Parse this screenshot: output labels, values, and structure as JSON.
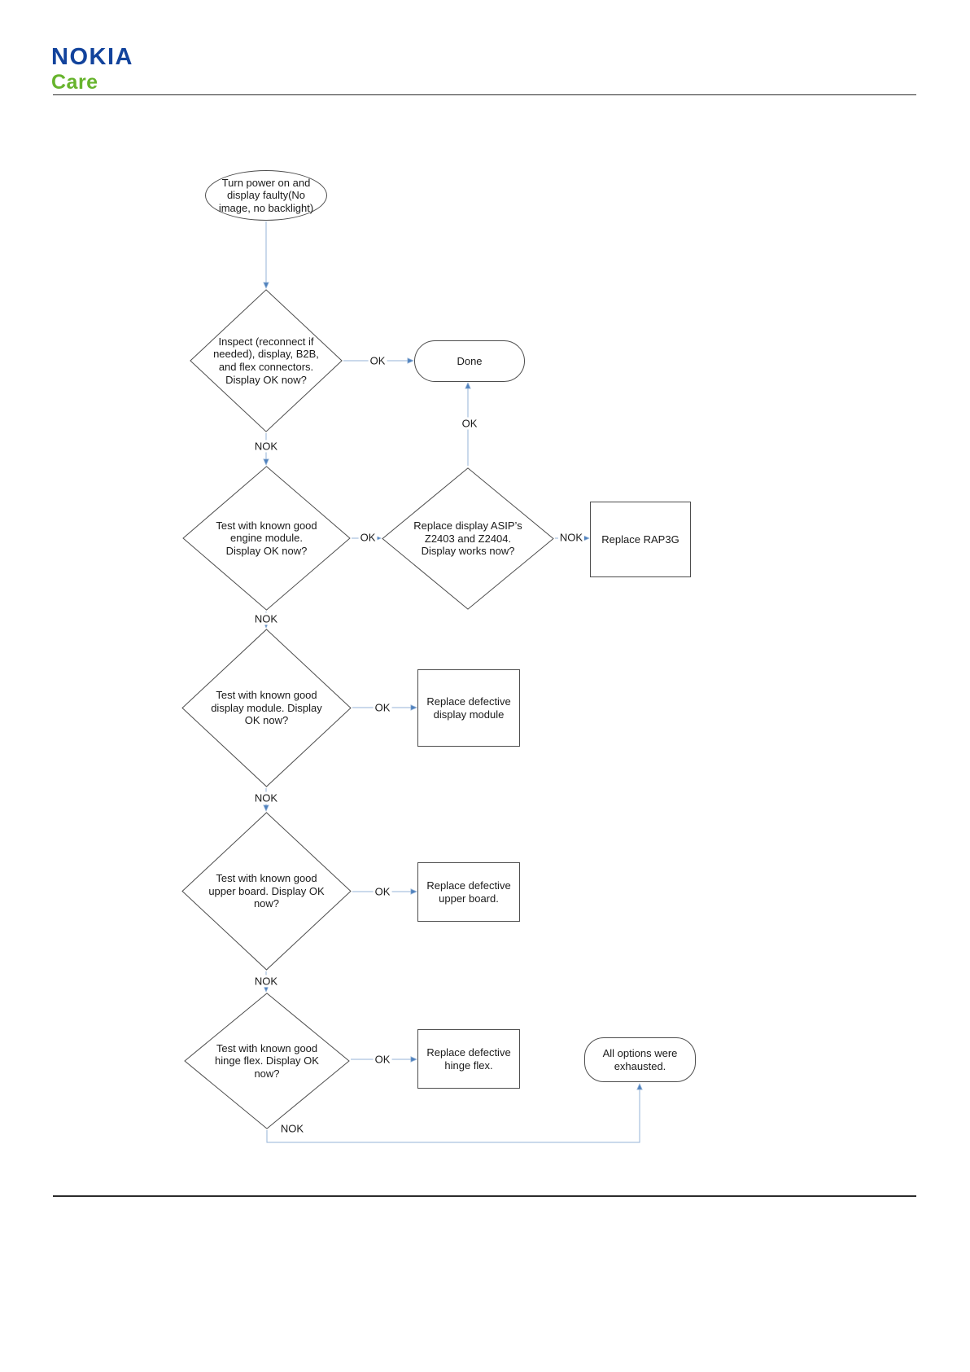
{
  "header": {
    "logo_primary": "NOKIA",
    "logo_secondary": "Care"
  },
  "colors": {
    "nokia_blue": "#12439C",
    "care_green": "#67B42D",
    "connector_line": "#95B3D7",
    "arrowhead": "#4F81BD",
    "node_border": "#4D4D4D",
    "node_fill": "#FFFFFF",
    "text": "#1A1A1A"
  },
  "flowchart": {
    "nodes": [
      {
        "id": "start",
        "type": "terminator",
        "text": "Turn power on and display faulty(No image, no backlight)"
      },
      {
        "id": "inspect-connectors",
        "type": "decision",
        "text": "Inspect (reconnect if needed), display, B2B, and flex connectors. Display OK now?"
      },
      {
        "id": "done",
        "type": "terminator",
        "text": "Done"
      },
      {
        "id": "test-engine-module",
        "type": "decision",
        "text": "Test with known good engine module. Display OK now?"
      },
      {
        "id": "replace-display-asips",
        "type": "decision",
        "text": "Replace display ASIP’s Z2403 and Z2404. Display works now?"
      },
      {
        "id": "replace-rap3g",
        "type": "process",
        "text": "Replace RAP3G"
      },
      {
        "id": "test-display-module",
        "type": "decision",
        "text": "Test with known good display module. Display OK now?"
      },
      {
        "id": "replace-display-module",
        "type": "process",
        "text": "Replace defective display module"
      },
      {
        "id": "test-upper-board",
        "type": "decision",
        "text": "Test with known good upper board. Display OK now?"
      },
      {
        "id": "replace-upper-board",
        "type": "process",
        "text": "Replace defective upper board."
      },
      {
        "id": "test-hinge-flex",
        "type": "decision",
        "text": "Test with known good hinge flex. Display OK now?"
      },
      {
        "id": "replace-hinge-flex",
        "type": "process",
        "text": "Replace defective hinge flex."
      },
      {
        "id": "all-options-exhausted",
        "type": "terminator",
        "text": "All options were exhausted."
      }
    ],
    "edge_labels": [
      {
        "text": "OK",
        "from": "inspect-connectors",
        "to": "done"
      },
      {
        "text": "NOK",
        "from": "inspect-connectors",
        "to": "test-engine-module"
      },
      {
        "text": "OK",
        "from": "test-engine-module",
        "to": "replace-display-asips"
      },
      {
        "text": "OK",
        "from": "replace-display-asips",
        "to": "done"
      },
      {
        "text": "NOK",
        "from": "replace-display-asips",
        "to": "replace-rap3g"
      },
      {
        "text": "NOK",
        "from": "test-engine-module",
        "to": "test-display-module"
      },
      {
        "text": "OK",
        "from": "test-display-module",
        "to": "replace-display-module"
      },
      {
        "text": "NOK",
        "from": "test-display-module",
        "to": "test-upper-board"
      },
      {
        "text": "OK",
        "from": "test-upper-board",
        "to": "replace-upper-board"
      },
      {
        "text": "NOK",
        "from": "test-upper-board",
        "to": "test-hinge-flex"
      },
      {
        "text": "OK",
        "from": "test-hinge-flex",
        "to": "replace-hinge-flex"
      },
      {
        "text": "NOK",
        "from": "test-hinge-flex",
        "to": "all-options-exhausted"
      }
    ]
  }
}
